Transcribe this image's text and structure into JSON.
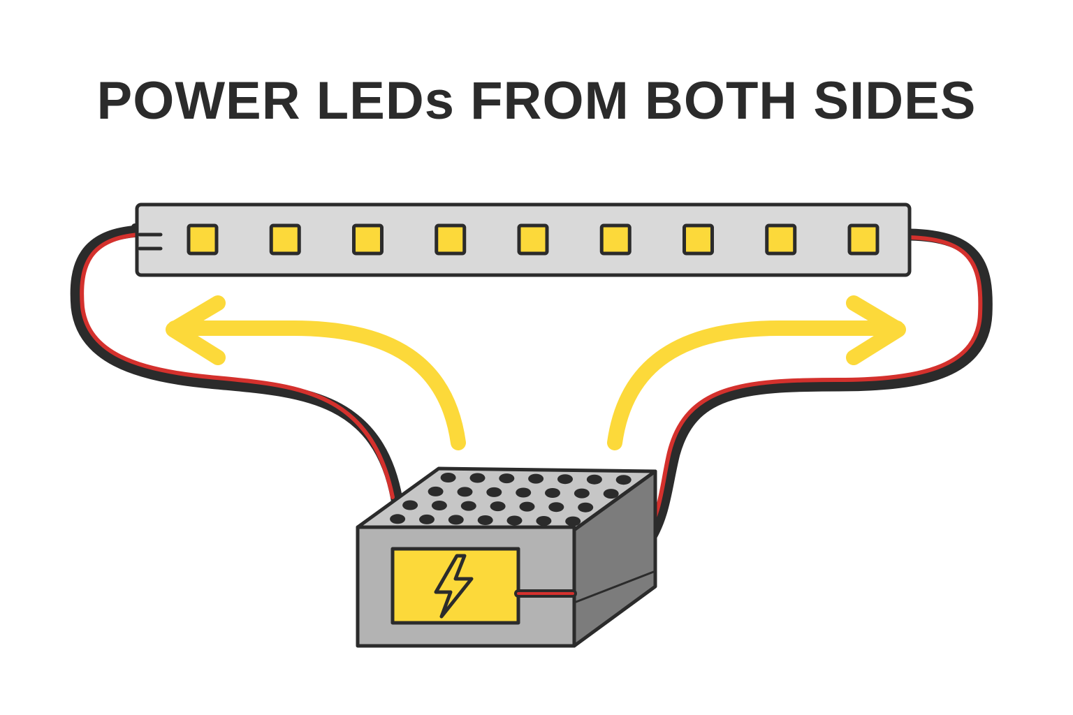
{
  "title": "POWER LEDs FROM BOTH SIDES",
  "led_strip": {
    "led_count": 9
  },
  "power_supply": {
    "icon": "lightning-bolt-icon"
  },
  "arrows": [
    "left-arrow",
    "right-arrow"
  ],
  "colors": {
    "text": "#2b2b2b",
    "led": "#fcd93a",
    "arrow": "#fcd93a",
    "strip": "#d9d9d9",
    "wire_positive": "#d4312d",
    "wire_negative": "#2b2b2b",
    "box_front": "#b3b3b3",
    "box_top": "#c6c6c6",
    "box_side": "#7c7c7c",
    "outline": "#2b2b2b"
  }
}
